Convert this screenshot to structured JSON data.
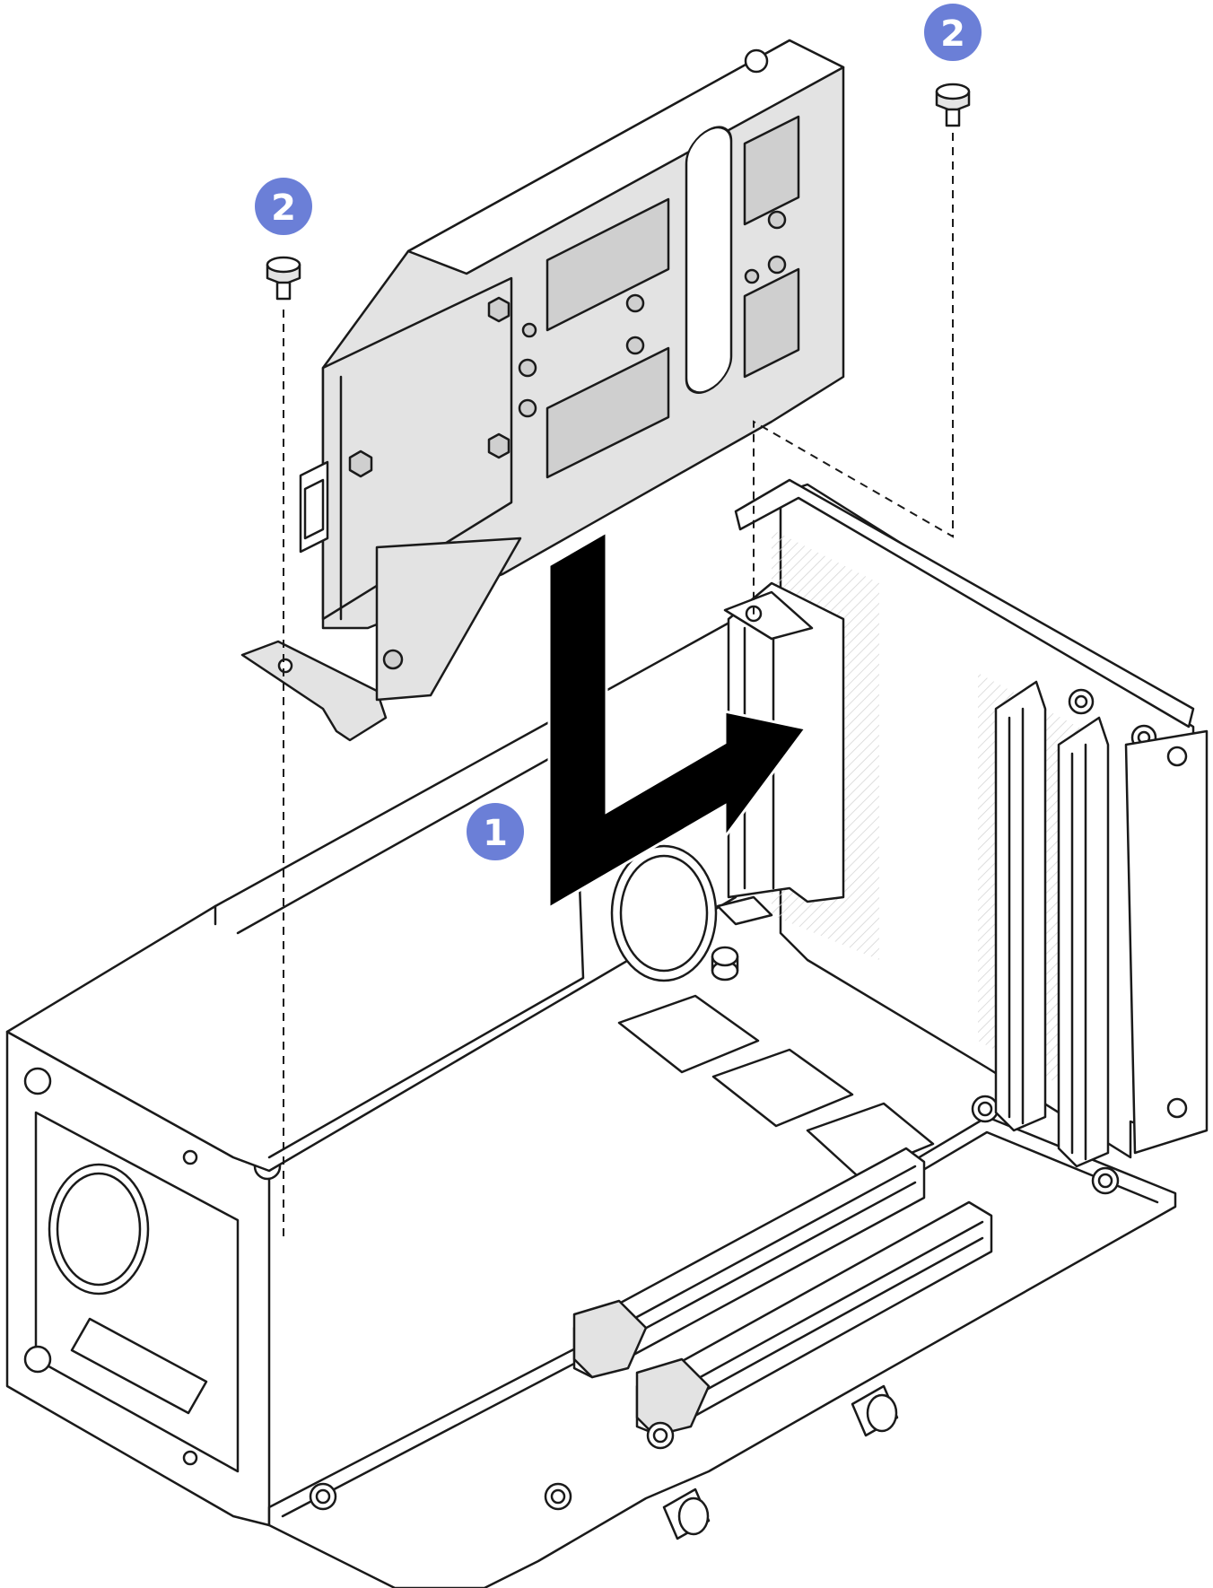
{
  "callouts": [
    {
      "label": "1",
      "meaning": "step-1"
    },
    {
      "label": "2",
      "meaning": "step-2"
    },
    {
      "label": "2",
      "meaning": "step-2"
    }
  ],
  "colors": {
    "callout_fill": "#6b7fd7",
    "callout_text": "#ffffff",
    "line": "#1a1a1a",
    "metal": "#e3e3e3",
    "arrow": "#000000"
  }
}
